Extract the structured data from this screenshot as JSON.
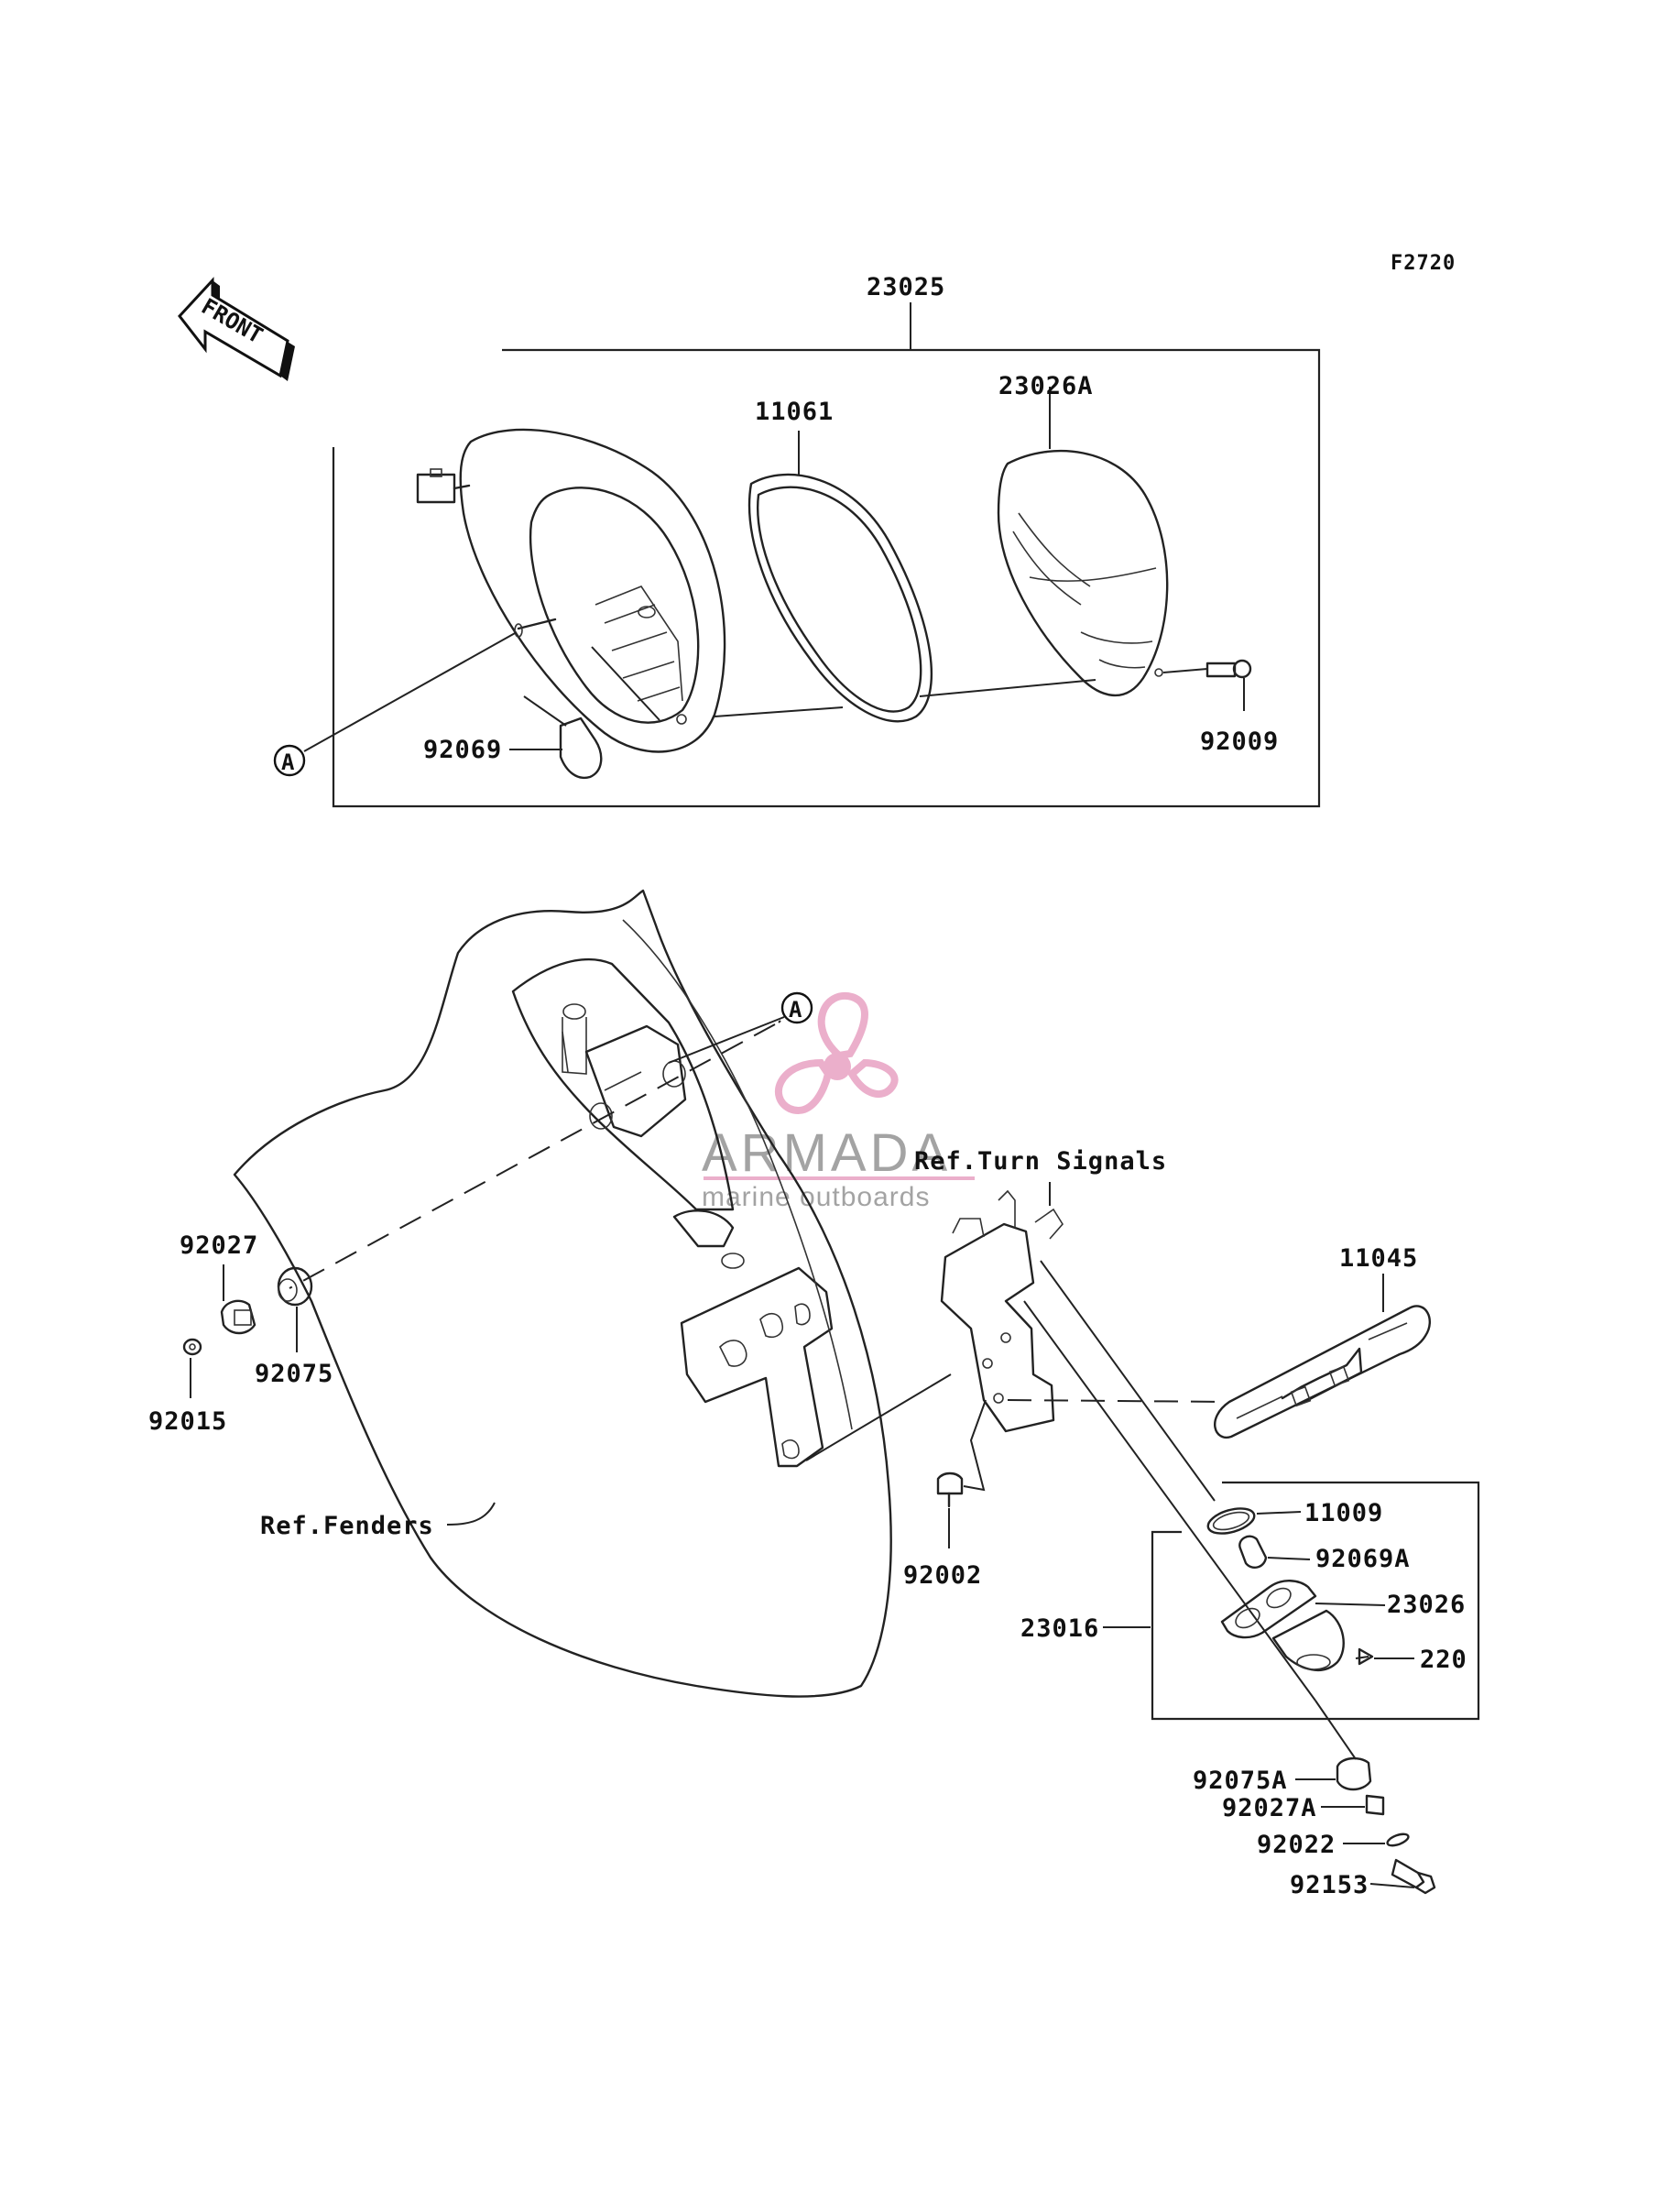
{
  "figure_code": "F2720",
  "front_arrow_label": "FRONT",
  "reference_marker": "A",
  "part_labels": {
    "taillight_assembly": "23025",
    "gasket": "11061",
    "lens": "23026A",
    "screw_lens": "92009",
    "bulb": "92069",
    "plate_bracket": "11045",
    "grommet_left": "92027",
    "damper_left": "92075",
    "nut_left": "92015",
    "bolt_bracket": "92002",
    "seal_license": "11009",
    "bulb_license": "92069A",
    "license_lamp_housing": "23026",
    "screw_license": "220",
    "license_lamp_assembly": "23016",
    "damper_lower": "92075A",
    "collar_lower": "92027A",
    "washer": "92022",
    "bolt_lower": "92153"
  },
  "references": {
    "turn_signals": "Ref.Turn Signals",
    "fenders": "Ref.Fenders"
  },
  "watermark": {
    "brand": "ARMADA",
    "tagline": "marine outboards",
    "logo_color": "#e9a7c6"
  }
}
